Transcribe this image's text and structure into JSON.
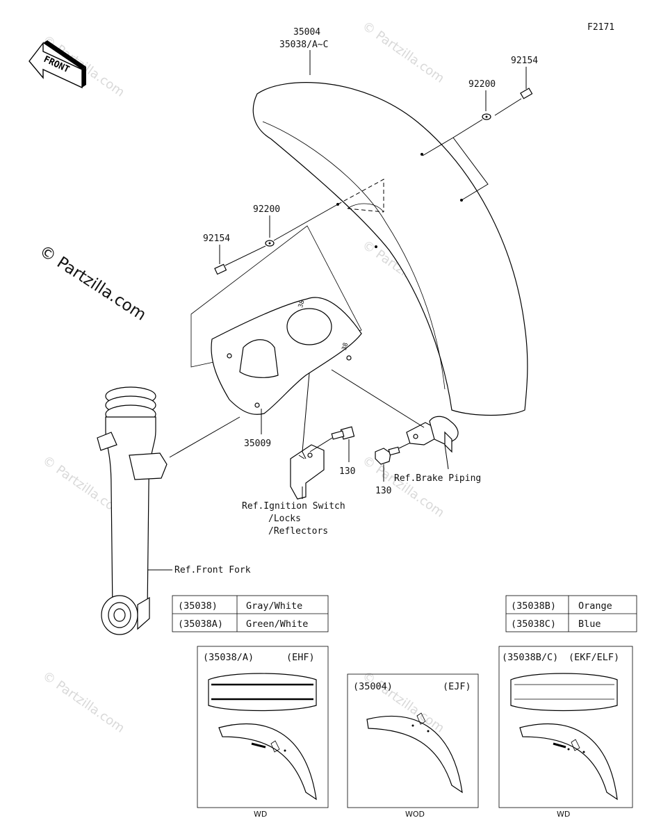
{
  "figure_code": "F2171",
  "watermark": {
    "main": "© Partzilla.com",
    "repeat": "© Partzilla.com"
  },
  "front_arrow": "FRONT",
  "parts": {
    "fender_top_line1": "35004",
    "fender_top_line2": "35038/A~C",
    "bolt_right": "92154",
    "washer_right": "92200",
    "washer_left": "92200",
    "bolt_left": "92154",
    "bracket": "35009",
    "bolt_130_a": "130",
    "bolt_130_b": "130"
  },
  "references": {
    "brake_piping": "Ref.Brake Piping",
    "ignition_line1": "Ref.Ignition Switch",
    "ignition_line2": "/Locks",
    "ignition_line3": "/Reflectors",
    "front_fork": "Ref.Front Fork"
  },
  "color_table_left": [
    {
      "code": "(35038)",
      "color": "Gray/White"
    },
    {
      "code": "(35038A)",
      "color": "Green/White"
    }
  ],
  "color_table_right": [
    {
      "code": "(35038B)",
      "color": "Orange"
    },
    {
      "code": "(35038C)",
      "color": "Blue"
    }
  ],
  "variants": [
    {
      "part": "(35038/A)",
      "model": "(EHF)",
      "caption": "WD"
    },
    {
      "part": "(35004)",
      "model": "(EJF)",
      "caption": "WOD"
    },
    {
      "part": "(35038B/C)",
      "model": "(EKF/ELF)",
      "caption": "WD"
    }
  ]
}
